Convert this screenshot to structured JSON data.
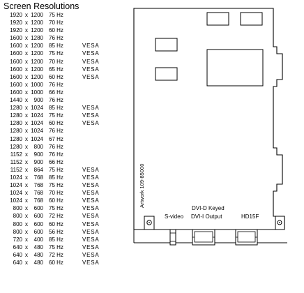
{
  "title": "Screen Resolutions",
  "resolutions": [
    {
      "w": "1920",
      "x": "x",
      "h": "1200",
      "hz": "75 Hz",
      "vesa": ""
    },
    {
      "w": "1920",
      "x": "x",
      "h": "1200",
      "hz": "70 Hz",
      "vesa": ""
    },
    {
      "w": "1920",
      "x": "x",
      "h": "1200",
      "hz": "60 Hz",
      "vesa": ""
    },
    {
      "w": "1600",
      "x": "x",
      "h": "1280",
      "hz": "76 Hz",
      "vesa": ""
    },
    {
      "w": "1600",
      "x": "x",
      "h": "1200",
      "hz": "85 Hz",
      "vesa": "VESA"
    },
    {
      "w": "1600",
      "x": "x",
      "h": "1200",
      "hz": "75 Hz",
      "vesa": "VESA"
    },
    {
      "w": "1600",
      "x": "x",
      "h": "1200",
      "hz": "70 Hz",
      "vesa": "VESA"
    },
    {
      "w": "1600",
      "x": "x",
      "h": "1200",
      "hz": "65 Hz",
      "vesa": "VESA"
    },
    {
      "w": "1600",
      "x": "x",
      "h": "1200",
      "hz": "60 Hz",
      "vesa": "VESA"
    },
    {
      "w": "1600",
      "x": "x",
      "h": "1000",
      "hz": "76 Hz",
      "vesa": ""
    },
    {
      "w": "1600",
      "x": "x",
      "h": "1000",
      "hz": "66 Hz",
      "vesa": ""
    },
    {
      "w": "1440",
      "x": "x",
      "h": "900",
      "hz": "76 Hz",
      "vesa": ""
    },
    {
      "w": "1280",
      "x": "x",
      "h": "1024",
      "hz": "85 Hz",
      "vesa": "VESA"
    },
    {
      "w": "1280",
      "x": "x",
      "h": "1024",
      "hz": "75 Hz",
      "vesa": "VESA"
    },
    {
      "w": "1280",
      "x": "x",
      "h": "1024",
      "hz": "60 Hz",
      "vesa": "VESA"
    },
    {
      "w": "1280",
      "x": "x",
      "h": "1024",
      "hz": "76 Hz",
      "vesa": ""
    },
    {
      "w": "1280",
      "x": "x",
      "h": "1024",
      "hz": "67 Hz",
      "vesa": ""
    },
    {
      "w": "1280",
      "x": "x",
      "h": "800",
      "hz": "76 Hz",
      "vesa": ""
    },
    {
      "w": "1152",
      "x": "x",
      "h": "900",
      "hz": "76 Hz",
      "vesa": ""
    },
    {
      "w": "1152",
      "x": "x",
      "h": "900",
      "hz": "66 Hz",
      "vesa": ""
    },
    {
      "w": "1152",
      "x": "x",
      "h": "864",
      "hz": "75 Hz",
      "vesa": "VESA"
    },
    {
      "w": "1024",
      "x": "x",
      "h": "768",
      "hz": "85 Hz",
      "vesa": "VESA"
    },
    {
      "w": "1024",
      "x": "x",
      "h": "768",
      "hz": "75 Hz",
      "vesa": "VESA"
    },
    {
      "w": "1024",
      "x": "x",
      "h": "768",
      "hz": "70 Hz",
      "vesa": "VESA"
    },
    {
      "w": "1024",
      "x": "x",
      "h": "768",
      "hz": "60 Hz",
      "vesa": "VESA"
    },
    {
      "w": "800",
      "x": "x",
      "h": "600",
      "hz": "75 Hz",
      "vesa": "VESA"
    },
    {
      "w": "800",
      "x": "x",
      "h": "600",
      "hz": "72 Hz",
      "vesa": "VESA"
    },
    {
      "w": "800",
      "x": "x",
      "h": "600",
      "hz": "60 Hz",
      "vesa": "VESA"
    },
    {
      "w": "800",
      "x": "x",
      "h": "600",
      "hz": "56 Hz",
      "vesa": "VESA"
    },
    {
      "w": "720",
      "x": "x",
      "h": "400",
      "hz": "85 Hz",
      "vesa": "VESA"
    },
    {
      "w": "640",
      "x": "x",
      "h": "480",
      "hz": "75 Hz",
      "vesa": "VESA"
    },
    {
      "w": "640",
      "x": "x",
      "h": "480",
      "hz": "72 Hz",
      "vesa": "VESA"
    },
    {
      "w": "640",
      "x": "x",
      "h": "480",
      "hz": "60 Hz",
      "vesa": "VESA"
    }
  ],
  "board": {
    "artwork_label": "Artwork 109-85000",
    "svideo_label": "S-video",
    "dvi_label_line1": "DVI-D Keyed",
    "dvi_label_line2": "DVI-I Output",
    "hd15f_label": "HD15F"
  },
  "colors": {
    "line": "#000000",
    "background": "#ffffff"
  }
}
